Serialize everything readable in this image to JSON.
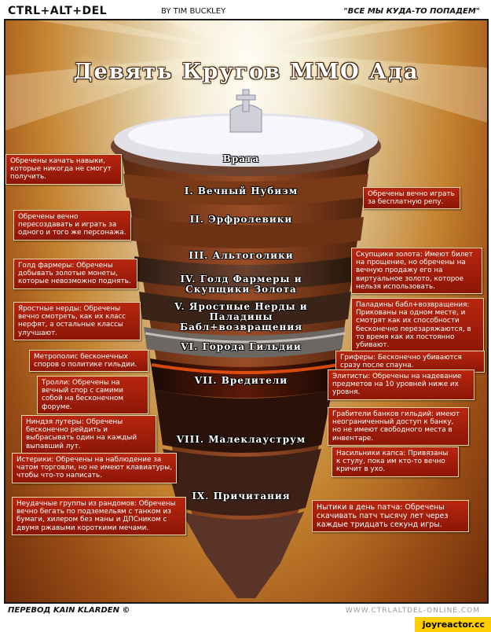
{
  "header": {
    "left": "CTRL+ALT+DEL",
    "center": "BY TIM BUCKLEY",
    "right": "\"ВСЕ МЫ КУДА-ТО ПОПАДЕМ\""
  },
  "title": "Девять Кругов ММО Ада",
  "levels": [
    "Врата",
    "I. Вечный Нубизм",
    "II. Эрфролевики",
    "III. Альтоголики",
    "IV. Голд Фармеры и Скупщики Золота",
    "V. Яростные Нерды и Паладины Бабл+возвращения",
    "VI. Города Гильдии",
    "VII. Вредители",
    "VIII. Малеклауструм",
    "IX. Причитания"
  ],
  "boxes": {
    "gates": "Обречены качать навыки, которые никогда не смогут получить.",
    "rent": "Обречены вечно играть за бесплатную репу.",
    "rp": "Обречены вечно пересоздавать и играть за одного и того же персонажа.",
    "goldfarm": "Голд фармеры: Обречены добывать золотые монеты, которые невозможно поднять.",
    "goldbuy": "Скупщики золота: Имеют билет на прощение, но обречены на вечную продажу его на виртуальное золото, которое нельзя использовать.",
    "nerds": "Яростные нерды: Обречены вечно смотреть, как их класс нерфят, а остальные классы улучшают.",
    "paladins": "Паладины бабл+возвращения: Прикованы на одном месте, и смотрят как их способности бесконечно перезаряжаются, в то время как их постоянно убивают.",
    "metropolis": "Метрополис бесконечных споров о политике гильдии.",
    "griefers": "Гриферы: Бесконечно убиваются сразу после спауна.",
    "elitists": "Элитисты: Обречены на надевание предметов на 10 уровней ниже их уровня.",
    "trolls": "Тролли: Обречены на вечный спор с самими собой на бесконечном форуме.",
    "ninja": "Ниндзя лутеры: Обречены бесконечно рейдить и выбрасывать один на каждый выпавший лут.",
    "bankrobbers": "Грабители банков гильдий: имеют неограниченный доступ к банку, но не имеют свободного места в инвентаре.",
    "hysterics": "Истерики: Обречены на наблюдение за чатом торговли, но не имеют клавиатуры, чтобы что-то написать.",
    "caps": "Насильники капса: Привязаны к стулу, пока им кто-то вечно кричит в ухо.",
    "pugs": "Неудачные группы из рандомов: Обречены вечно бегать по подземельям с танком из бумаги, хилером без маны и ДПСником с двумя ржавыми короткими мечами.",
    "patch": "Нытики в день патча: Обречены скачивать патч тысячу лет через каждые тридцать секунд игры."
  },
  "footer": {
    "left": "ПЕРЕВОД KAIN KLARDEN ©",
    "right": "WWW.CTRLALTDEL-ONLINE.COM",
    "watermark": "joyreactor.cc"
  }
}
